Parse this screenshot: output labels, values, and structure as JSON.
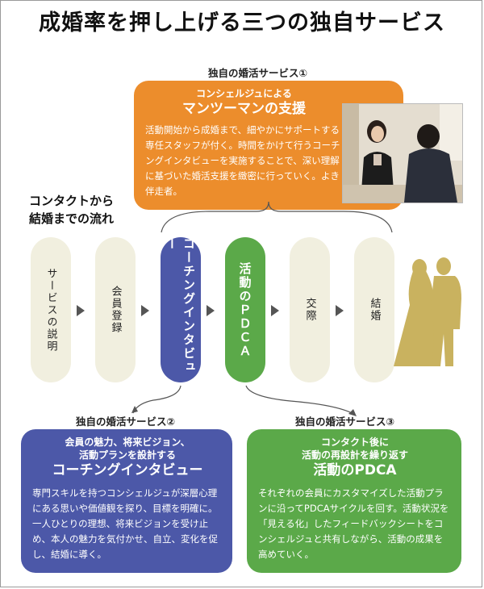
{
  "title": "成婚率を押し上げる三つの独自サービス",
  "service1": {
    "label": "独自の婚活サービス①",
    "sub": "コンシェルジュによる",
    "head": "マンツーマンの支援",
    "body": "活動開始から成婚まで、細やかにサポートする専任スタッフが付く。時間をかけて行うコーチングインタビューを実施することで、深い理解に基づいた婚活支援を緻密に行っていく。よき伴走者。"
  },
  "flow": {
    "title_line1": "コンタクトから",
    "title_line2": "結婚までの流れ",
    "steps": [
      "サービスの説明",
      "会員登録",
      "コーチングインタビュー",
      "活動のＰＤＣＡ",
      "交際",
      "結婚"
    ]
  },
  "service2": {
    "label": "独自の婚活サービス②",
    "sub1": "会員の魅力、将来ビジョン、",
    "sub2": "活動プランを設計する",
    "head": "コーチングインタビュー",
    "body": "専門スキルを持つコンシェルジュが深層心理にある思いや価値観を探り、目標を明確に。一人ひとりの理想、将来ビジョンを受け止め、本人の魅力を気付かせ、自立、変化を促し、結婚に導く。"
  },
  "service3": {
    "label": "独自の婚活サービス③",
    "sub1": "コンタクト後に",
    "sub2": "活動の再設計を繰り返す",
    "head": "活動のPDCA",
    "body": "それぞれの会員にカスタマイズした活動プランに沿ってPDCAサイクルを回す。活動状況を「見える化」したフィードバックシートをコンシェルジュと共有しながら、活動の成果を高めていく。"
  },
  "colors": {
    "orange": "#ec8d2c",
    "blue": "#4c58a8",
    "green": "#5ba949",
    "cream": "#f1efdf",
    "silhouette": "#c9b25f"
  }
}
